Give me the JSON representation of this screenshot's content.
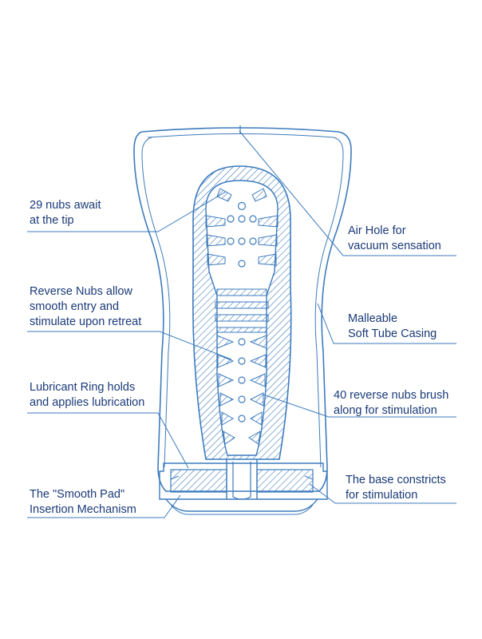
{
  "colors": {
    "stroke": "#3d7bbd",
    "label_text": "#1a3a78",
    "background": "#ffffff"
  },
  "callouts": [
    {
      "id": "nubs-tip",
      "lines": [
        "29 nubs await",
        "at the tip"
      ]
    },
    {
      "id": "air-hole",
      "lines": [
        "Air Hole for",
        "vacuum sensation"
      ]
    },
    {
      "id": "reverse-nubs",
      "lines": [
        "Reverse Nubs allow",
        "smooth entry and",
        "stimulate upon retreat"
      ]
    },
    {
      "id": "tube-casing",
      "lines": [
        "Malleable",
        "Soft Tube Casing"
      ]
    },
    {
      "id": "lubricant-ring",
      "lines": [
        "Lubricant Ring holds",
        "and applies lubrication"
      ]
    },
    {
      "id": "reverse-nubs-brush",
      "lines": [
        "40 reverse nubs brush",
        "along for stimulation"
      ]
    },
    {
      "id": "smooth-pad",
      "lines": [
        "The \"Smooth Pad\"",
        "Insertion Mechanism"
      ]
    },
    {
      "id": "base",
      "lines": [
        "The base constricts",
        "for stimulation"
      ]
    }
  ]
}
